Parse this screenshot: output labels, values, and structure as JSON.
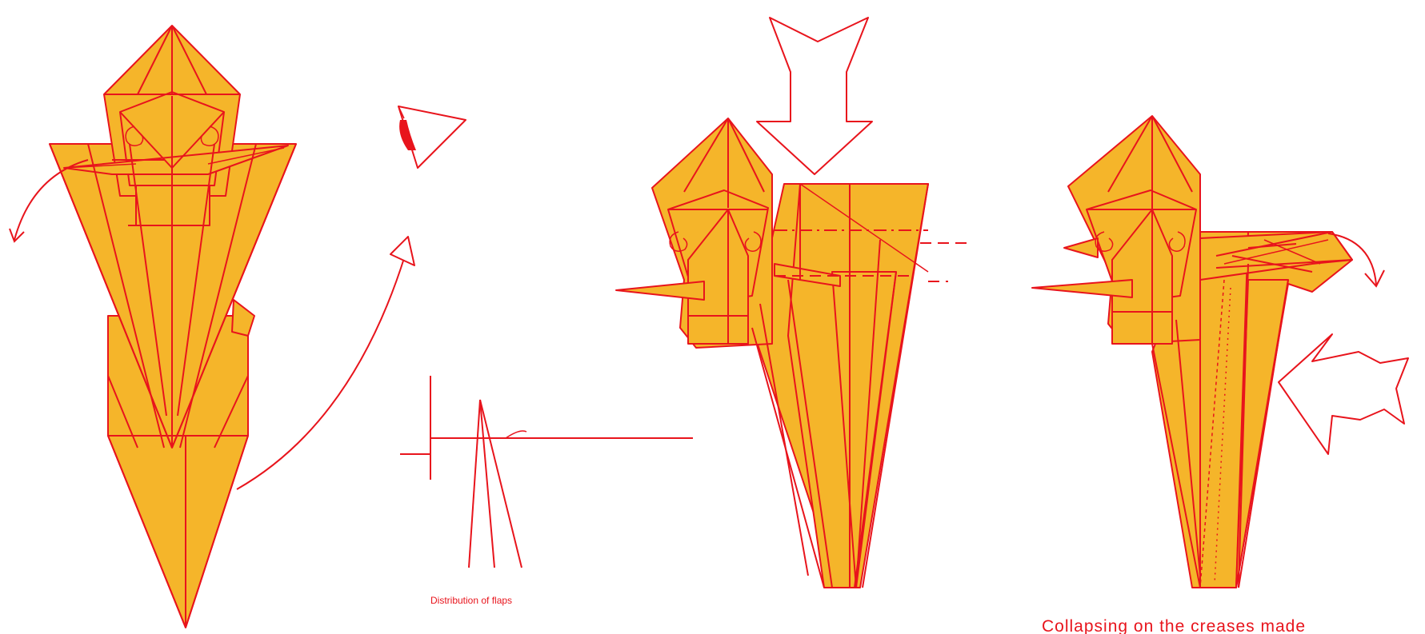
{
  "colors": {
    "paper": "#f5b52a",
    "line": "#e8141c",
    "background": "#ffffff"
  },
  "steps": [
    {
      "name": "step-1",
      "description_visible": false
    },
    {
      "name": "step-2",
      "caption": "Distribution of flaps"
    },
    {
      "name": "step-3",
      "description_visible": false
    },
    {
      "name": "step-4",
      "caption": "Collapsing on the creases made"
    }
  ],
  "icons": {
    "eye": "eye-icon",
    "push_arrow": "push-arrow-icon",
    "fold_arrow": "fold-arrow-icon"
  }
}
